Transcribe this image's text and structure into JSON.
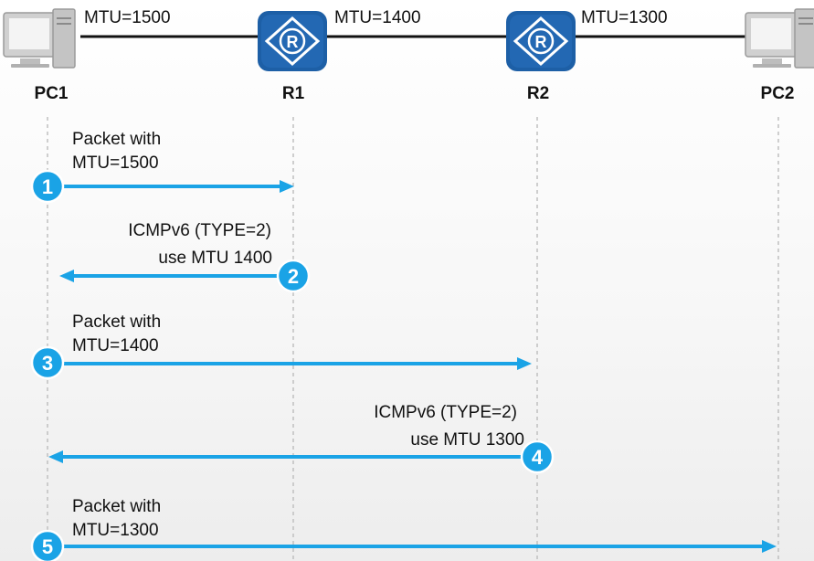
{
  "nodes": [
    {
      "id": "pc1",
      "label": "PC1",
      "icon": "computer-icon"
    },
    {
      "id": "r1",
      "label": "R1",
      "icon": "router-icon"
    },
    {
      "id": "r2",
      "label": "R2",
      "icon": "router-icon"
    },
    {
      "id": "pc2",
      "label": "PC2",
      "icon": "computer-icon"
    }
  ],
  "links": [
    {
      "label": "MTU=1500"
    },
    {
      "label": "MTU=1400"
    },
    {
      "label": "MTU=1300"
    }
  ],
  "router_glyph": "R",
  "steps": [
    {
      "number": "1",
      "line1": "Packet with",
      "line2": "MTU=1500"
    },
    {
      "number": "2",
      "line1": "ICMPv6 (TYPE=2)",
      "line2": "use MTU 1400"
    },
    {
      "number": "3",
      "line1": "Packet with",
      "line2": "MTU=1400"
    },
    {
      "number": "4",
      "line1": "ICMPv6 (TYPE=2)",
      "line2": "use MTU 1300"
    },
    {
      "number": "5",
      "line1": "Packet with",
      "line2": "MTU=1300"
    }
  ],
  "colors": {
    "arrow": "#1aa3e6",
    "router": "#1d5fa6",
    "computer": "#bdbdbd",
    "lifeline": "#c0c0c0",
    "link": "#111111"
  }
}
